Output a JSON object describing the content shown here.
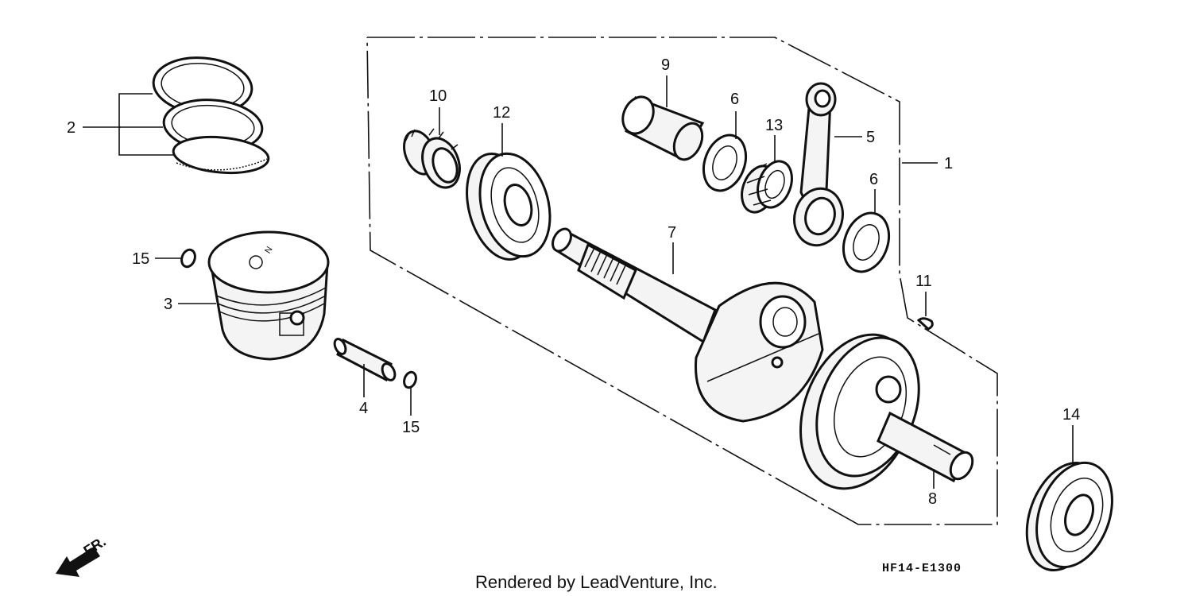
{
  "callouts": {
    "c1": "1",
    "c2": "2",
    "c3": "3",
    "c4": "4",
    "c5": "5",
    "c6a": "6",
    "c6b": "6",
    "c7": "7",
    "c8": "8",
    "c9": "9",
    "c10": "10",
    "c11": "11",
    "c12": "12",
    "c13": "13",
    "c14": "14",
    "c15a": "15",
    "c15b": "15"
  },
  "direction_label": "FR.",
  "diagram_code": "HF14-E1300",
  "footer_text": "Rendered by LeadVenture, Inc.",
  "piston_marking": "N",
  "colors": {
    "line": "#111111",
    "background": "#ffffff"
  }
}
